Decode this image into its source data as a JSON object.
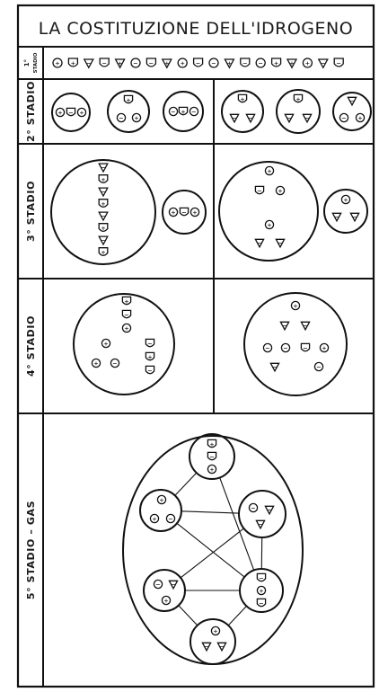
{
  "title": "LA COSTITUZIONE DELL'IDROGENO",
  "stages": [
    {
      "label": "1°",
      "sub": "STADIO"
    },
    {
      "label": "2° STADIO"
    },
    {
      "label": "3° STADIO"
    },
    {
      "label": "4° STADIO"
    },
    {
      "label": "5° STADIO – GAS"
    }
  ],
  "atom_signs": {
    "positive": "+",
    "negative": "−"
  }
}
